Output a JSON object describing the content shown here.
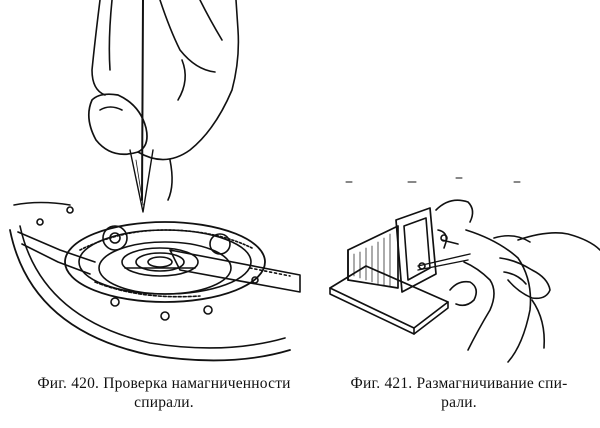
{
  "figures": [
    {
      "caption_line1": "Фиг. 420. Проверка намагниченности",
      "caption_line2": "спирали."
    },
    {
      "caption_line1": "Фиг. 421. Размагничивание спи-",
      "caption_line2": "рали."
    }
  ],
  "colors": {
    "ink": "#111111",
    "paper": "#ffffff"
  }
}
